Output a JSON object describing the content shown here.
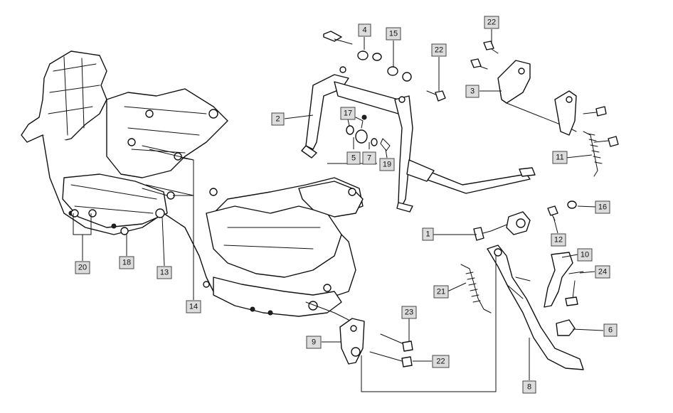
{
  "callouts": [
    {
      "id": "c1",
      "label": "1"
    },
    {
      "id": "c2",
      "label": "2"
    },
    {
      "id": "c3",
      "label": "3"
    },
    {
      "id": "c4",
      "label": "4"
    },
    {
      "id": "c5",
      "label": "5"
    },
    {
      "id": "c6",
      "label": "6"
    },
    {
      "id": "c7",
      "label": "7"
    },
    {
      "id": "c8",
      "label": "8"
    },
    {
      "id": "c9",
      "label": "9"
    },
    {
      "id": "c10",
      "label": "10"
    },
    {
      "id": "c11",
      "label": "11"
    },
    {
      "id": "c12",
      "label": "12"
    },
    {
      "id": "c13",
      "label": "13"
    },
    {
      "id": "c14",
      "label": "14"
    },
    {
      "id": "c15",
      "label": "15"
    },
    {
      "id": "c16",
      "label": "16"
    },
    {
      "id": "c17",
      "label": "17"
    },
    {
      "id": "c18",
      "label": "18"
    },
    {
      "id": "c19",
      "label": "19"
    },
    {
      "id": "c20",
      "label": "20"
    },
    {
      "id": "c21",
      "label": "21"
    },
    {
      "id": "c22a",
      "label": "22"
    },
    {
      "id": "c22b",
      "label": "22"
    },
    {
      "id": "c22c",
      "label": "22"
    },
    {
      "id": "c23",
      "label": "23"
    },
    {
      "id": "c24",
      "label": "24"
    }
  ],
  "colors": {
    "line": "#111111",
    "callout_fill": "#dcdcdc",
    "background": "#ffffff"
  }
}
